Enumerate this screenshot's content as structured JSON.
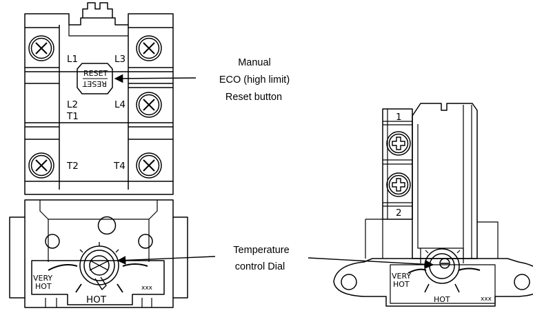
{
  "upper_thermostat": {
    "terminals": {
      "l1": "L1",
      "l3": "L3",
      "l2": "L2",
      "t1": "T1",
      "l4": "L4",
      "t2": "T2",
      "t4": "T4"
    },
    "reset_label": "RESET",
    "dial": {
      "very": "VERY",
      "hot_upper": "HOT",
      "hot": "HOT",
      "code": "xxx"
    }
  },
  "lower_thermostat": {
    "terminals": {
      "one": "1",
      "two": "2"
    },
    "dial": {
      "very": "VERY",
      "hot_upper": "HOT",
      "hot": "HOT",
      "code": "xxx"
    }
  },
  "callouts": {
    "reset": {
      "line1": "Manual",
      "line2": "ECO (high limit)",
      "line3": "Reset button"
    },
    "dial": {
      "line1": "Temperature",
      "line2": "control Dial"
    }
  },
  "colors": {
    "ink": "#000000",
    "background": "#ffffff"
  }
}
